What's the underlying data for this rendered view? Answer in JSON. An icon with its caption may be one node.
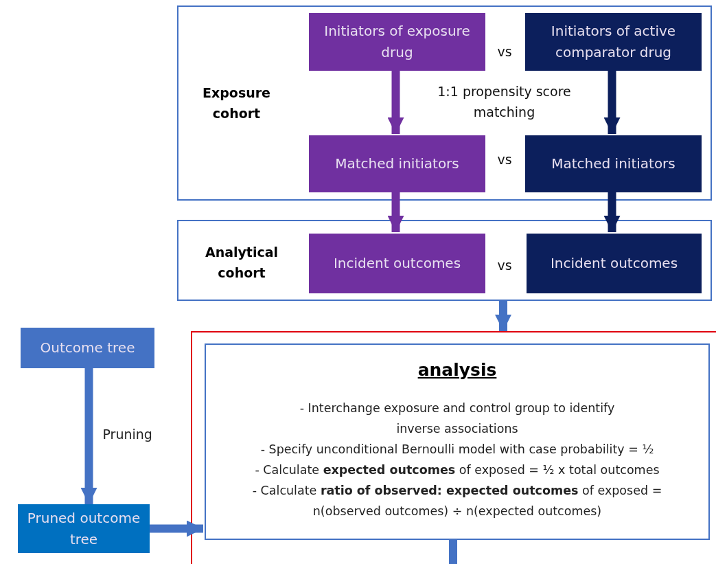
{
  "diagram": {
    "nodes": [
      {
        "text": [
          "Exposure cohort"
        ]
      },
      {
        "text": [
          "Initiators of exposure drug"
        ],
        "in": 0
      },
      {
        "text": [
          "Initiators of active comparator drug"
        ],
        "in": 0
      },
      {
        "text": [
          "Matched initiators"
        ],
        "in": 0
      },
      {
        "text": [
          "Matched initiators"
        ],
        "in": 0
      },
      {
        "text": [
          "Analytical cohort"
        ]
      },
      {
        "text": [
          "Incident outcomes"
        ],
        "in": 5
      },
      {
        "text": [
          "Incident outcomes"
        ],
        "in": 5
      },
      {
        "text": [],
        "shape": "box"
      },
      {
        "text": [
          "analysis",
          "-   Interchange exposure and control group to identify inverse associations",
          "-   Specify unconditional Bernoulli model with case probability = ½",
          "-   Calculate **expected outcomes** of exposed = ½ x total outcomes",
          "-   Calculate **ratio of observed: expected outcomes** of exposed = n(observed outcomes) ÷ n(expected outcomes)"
        ],
        "in": 8
      },
      {
        "text": [
          "Outcome tree"
        ]
      },
      {
        "text": [
          "Pruned outcome tree"
        ]
      }
    ],
    "edges": [
      {
        "from": 1,
        "to": 3,
        "arrow": "to",
        "color": "#7030a0"
      },
      {
        "from": 2,
        "to": 4,
        "arrow": "to",
        "color": "#0c1f5c"
      },
      {
        "from": 3,
        "to": 6,
        "arrow": "to",
        "color": "#7030a0"
      },
      {
        "from": 4,
        "to": 7,
        "arrow": "to",
        "color": "#0c1f5c"
      },
      {
        "from": 5,
        "to": 8,
        "arrow": "to"
      },
      {
        "from": 10,
        "to": 11,
        "arrow": "to",
        "label": "Pruning"
      },
      {
        "from": 11,
        "to": 9,
        "arrow": "to"
      },
      {
        "from": 9,
        "to": null,
        "arrow": "none"
      }
    ],
    "labels": [
      "vs",
      "1:1 propensity score matching",
      "vs",
      "vs"
    ]
  }
}
